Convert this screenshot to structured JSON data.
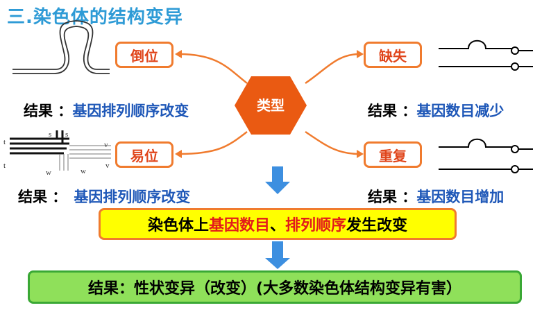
{
  "title": "三.染色体的结构变异",
  "center": {
    "label": "类型"
  },
  "types": {
    "inversion": "倒位",
    "translocation": "易位",
    "deletion": "缺失",
    "duplication": "重复"
  },
  "results": {
    "inversion": {
      "prefix": "结果 ：",
      "text": "基因排列顺序改变"
    },
    "translocation": {
      "prefix": "结果 ：",
      "text": "基因排列顺序改变"
    },
    "deletion": {
      "prefix": "结果 ：",
      "text": "基因数目减少"
    },
    "duplication": {
      "prefix": "结果 ：",
      "text": "基因数目增加"
    }
  },
  "summary": {
    "part1": "染色体上",
    "part2": "基因数目",
    "part3": "、",
    "part4": "排列顺序",
    "part5": "发生改变"
  },
  "conclusion": "结果：性状变异（改变）(大多数染色体结构变异有害）",
  "translocation_labels": {
    "s1": "s",
    "s2": "s",
    "t1": "t",
    "t2": "t",
    "v1": "v",
    "v2": "v",
    "w1": "w",
    "w2": "w"
  },
  "colors": {
    "title": "#2e9bd6",
    "accent_orange": "#f07b2e",
    "type_text": "#e0451b",
    "result_blue": "#1f58b8",
    "highlight_red": "#e31a1a",
    "summary_bg": "#ffff00",
    "conclusion_bg": "#8fe05a",
    "arrow_blue": "#3d8fe0"
  }
}
